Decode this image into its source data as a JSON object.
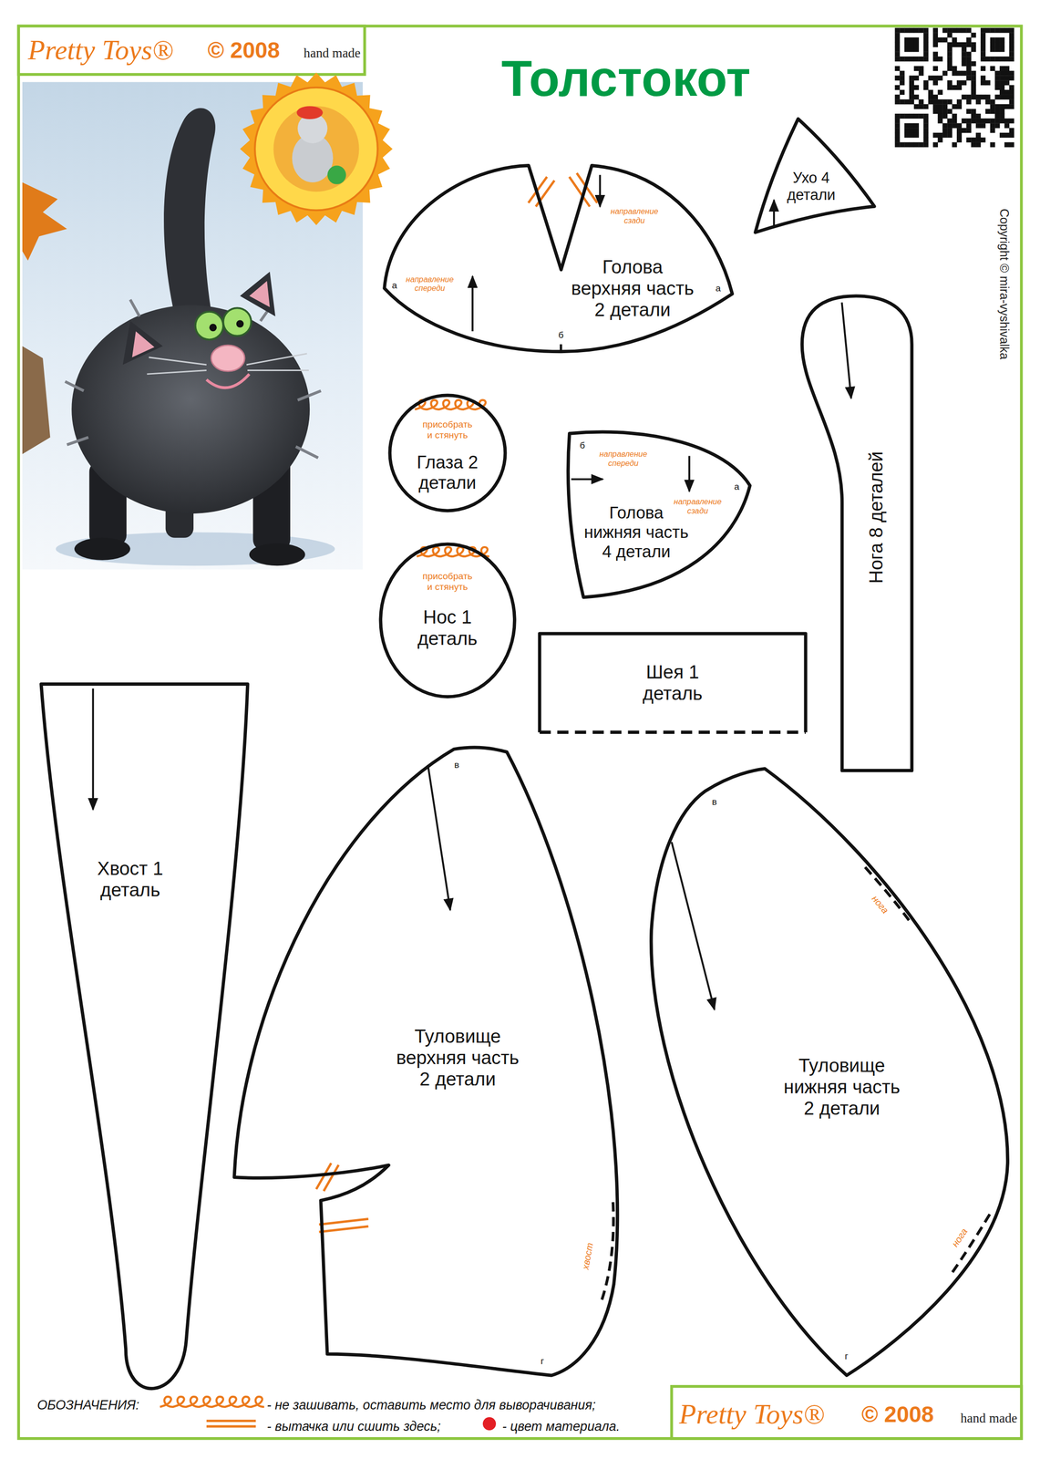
{
  "diagram": {
    "title": "Толстокот",
    "nodes": [
      {
        "text": [
          "направление сзади",
          "Голова верхняя часть 2 детали",
          "а",
          "направление спереди",
          "а",
          "б"
        ]
      },
      {
        "text": [
          "Ухо 4 детали"
        ]
      },
      {
        "text": [
          "Нога 8 деталей"
        ]
      },
      {
        "text": [
          "присобрать и стянуть",
          "Глаза 2 детали"
        ]
      },
      {
        "text": [
          "б",
          "направление спереди",
          "а",
          "направление сзади",
          "Голова нижняя часть 4 детали"
        ]
      },
      {
        "text": [
          "присобрать и стянуть",
          "Нос 1 деталь"
        ]
      },
      {
        "text": [
          "Шея 1 деталь"
        ]
      },
      {
        "text": [
          "Хвост 1 деталь"
        ]
      },
      {
        "text": [
          "в",
          "Туловище верхняя часть 2 детали",
          "хвост",
          "г"
        ]
      },
      {
        "text": [
          "в",
          "нога",
          "Туловище нижняя часть 2 детали",
          "нога",
          "г"
        ]
      }
    ],
    "labels": [
      "Pretty Toys®",
      "© 2008",
      "hand made",
      "Copyright © mira-vyshivalka",
      "ОБОЗНАЧЕНИЯ:",
      "Pretty Toys®",
      "© 2008",
      "hand made"
    ],
    "legend": [
      {
        "text": "- не зашивать, оставить место для выворачивания;"
      },
      {
        "text": "- вытачка или сшить здесь;"
      },
      {
        "text": "- цвет материала.",
        "color": "#e31e24"
      }
    ]
  }
}
